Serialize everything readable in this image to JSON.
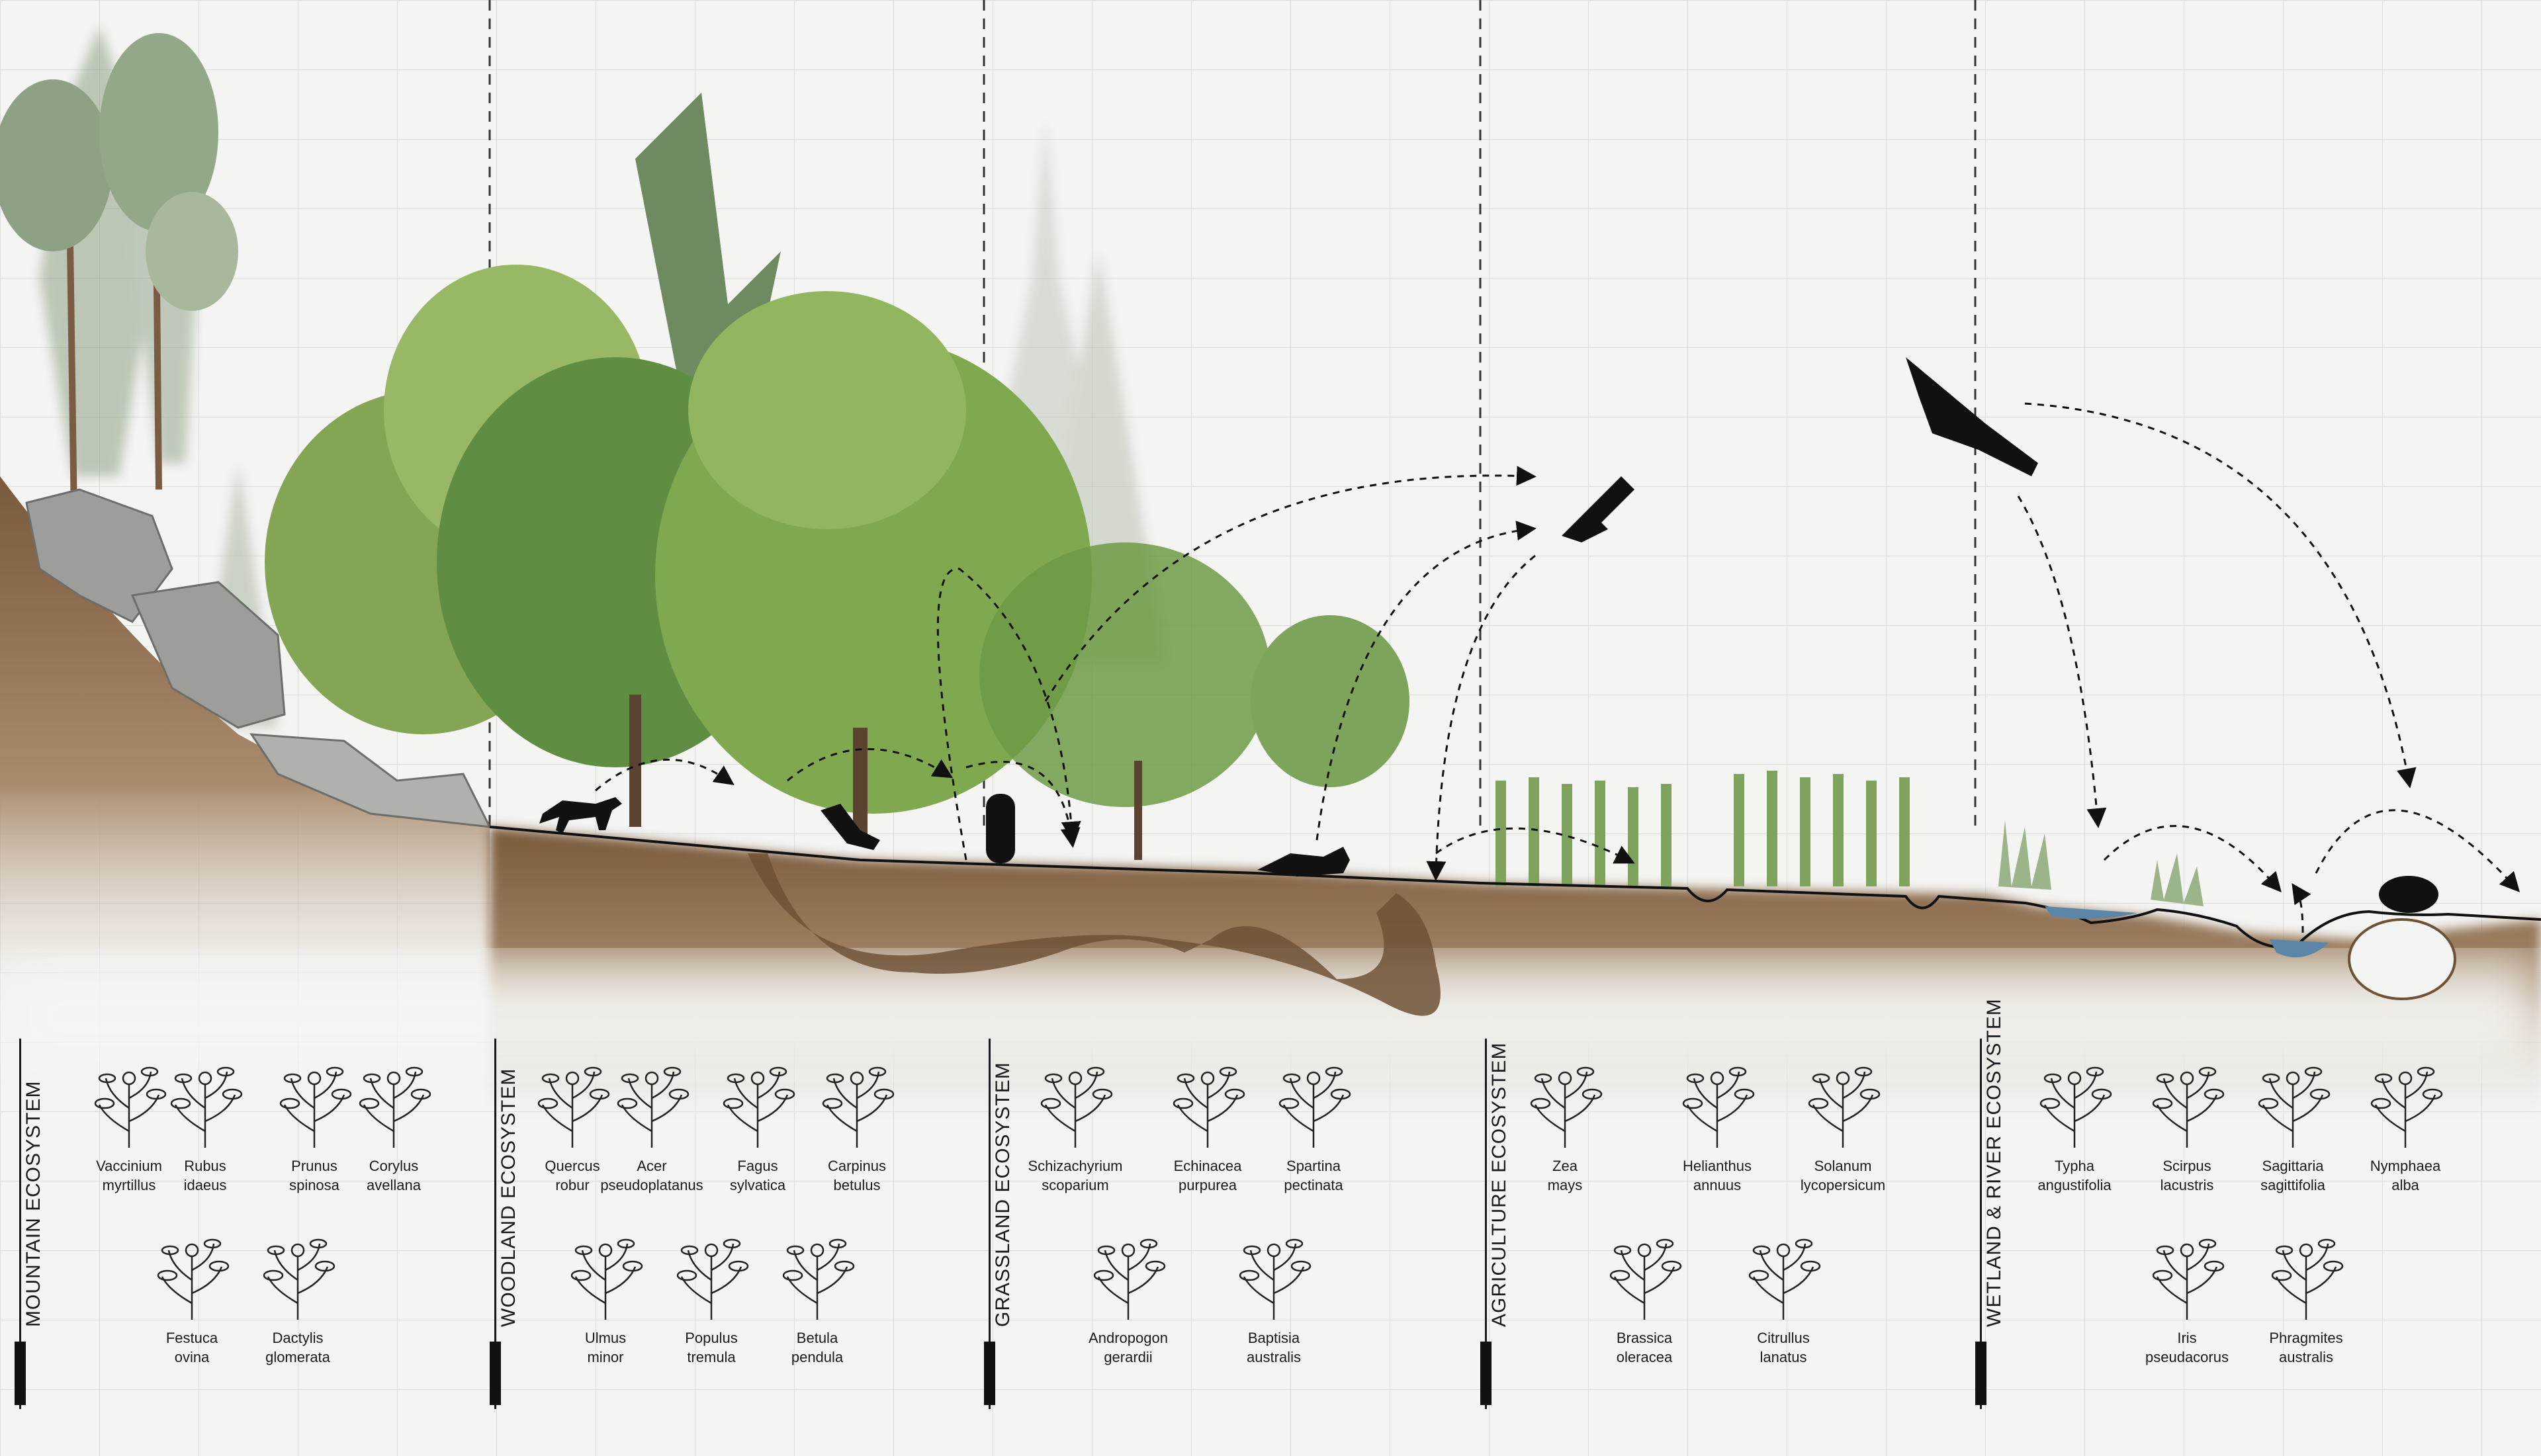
{
  "ecosystems": [
    {
      "title": "MOUNTAIN ECOSYSTEM",
      "plants": [
        {
          "genus": "Vaccinium",
          "species": "myrtillus",
          "icon": "shrub-sketch-icon"
        },
        {
          "genus": "Rubus",
          "species": "idaeus",
          "icon": "leafy-sketch-icon"
        },
        {
          "genus": "Prunus",
          "species": "spinosa",
          "icon": "branch-sketch-icon"
        },
        {
          "genus": "Corylus",
          "species": "avellana",
          "icon": "leaf-sketch-icon"
        },
        {
          "genus": "Festuca",
          "species": "ovina",
          "icon": "grass-sketch-icon"
        },
        {
          "genus": "Dactylis",
          "species": "glomerata",
          "icon": "grass-sketch-icon"
        }
      ]
    },
    {
      "title": "WOODLAND ECOSYSTEM",
      "plants": [
        {
          "genus": "Quercus",
          "species": "robur",
          "icon": "leafy-sketch-icon"
        },
        {
          "genus": "Acer",
          "species": "pseudoplatanus",
          "icon": "leaf-sketch-icon"
        },
        {
          "genus": "Fagus",
          "species": "sylvatica",
          "icon": "branch-sketch-icon"
        },
        {
          "genus": "Carpinus",
          "species": "betulus",
          "icon": "leafy-sketch-icon"
        },
        {
          "genus": "Ulmus",
          "species": "minor",
          "icon": "leafy-sketch-icon"
        },
        {
          "genus": "Populus",
          "species": "tremula",
          "icon": "leaf-sketch-icon"
        },
        {
          "genus": "Betula",
          "species": "pendula",
          "icon": "leaf-sketch-icon"
        }
      ]
    },
    {
      "title": "GRASSLAND ECOSYSTEM",
      "plants": [
        {
          "genus": "Schizachyrium",
          "species": "scoparium",
          "icon": "grass-sketch-icon"
        },
        {
          "genus": "Echinacea",
          "species": "purpurea",
          "icon": "flower-sketch-icon"
        },
        {
          "genus": "Spartina",
          "species": "pectinata",
          "icon": "grass-sketch-icon"
        },
        {
          "genus": "Andropogon",
          "species": "gerardii",
          "icon": "grass-sketch-icon"
        },
        {
          "genus": "Baptisia",
          "species": "australis",
          "icon": "branch-sketch-icon"
        }
      ]
    },
    {
      "title": "AGRICULTURE ECOSYSTEM",
      "plants": [
        {
          "genus": "Zea",
          "species": "mays",
          "icon": "corn-sketch-icon"
        },
        {
          "genus": "Helianthus",
          "species": "annuus",
          "icon": "flower-sketch-icon"
        },
        {
          "genus": "Solanum",
          "species": "lycopersicum",
          "icon": "fruit-sketch-icon"
        },
        {
          "genus": "Brassica",
          "species": "oleracea",
          "icon": "branch-sketch-icon"
        },
        {
          "genus": "Citrullus",
          "species": "lanatus",
          "icon": "leafy-sketch-icon"
        }
      ]
    },
    {
      "title": "WETLAND & RIVER ECOSYSTEM",
      "plants": [
        {
          "genus": "Typha",
          "species": "angustifolia",
          "icon": "reed-sketch-icon"
        },
        {
          "genus": "Scirpus",
          "species": "lacustris",
          "icon": "reed-sketch-icon"
        },
        {
          "genus": "Sagittaria",
          "species": "sagittifolia",
          "icon": "flower-sketch-icon"
        },
        {
          "genus": "Nymphaea",
          "species": "alba",
          "icon": "lily-sketch-icon"
        },
        {
          "genus": "Iris",
          "species": "pseudacorus",
          "icon": "reed-sketch-icon"
        },
        {
          "genus": "Phragmites",
          "species": "australis",
          "icon": "grass-sketch-icon"
        }
      ]
    }
  ],
  "colors": {
    "background": "#f4f4f2",
    "grid": "#dcdcda",
    "soil": "#8a6a4a",
    "soil_dark": "#6e5236",
    "tree_green": "#6f9a45",
    "tree_light": "#a9c67b",
    "conifer": "#7f9a76",
    "water": "#5b86a8",
    "ink": "#111111"
  }
}
